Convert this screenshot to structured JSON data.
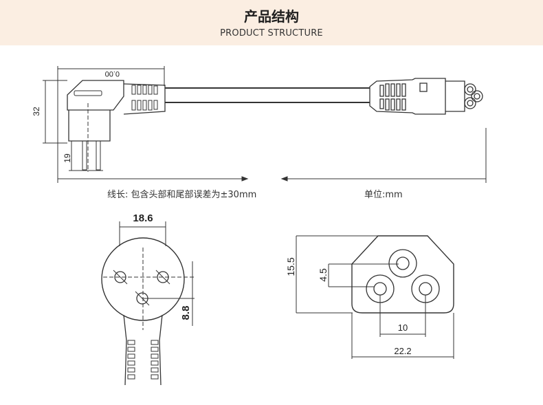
{
  "header": {
    "title": "产品结构",
    "subtitle": "PRODUCT STRUCTURE"
  },
  "captions": {
    "length_note": "线长: 包含头部和尾部误差为±30mm",
    "unit_note": "单位:mm"
  },
  "dimensions": {
    "plug_top_width": "0.00",
    "plug_height": "32",
    "pin_length": "19",
    "pin_spacing": "18.6",
    "ground_offset": "8.8",
    "connector_height": "15.5",
    "upper_hole": "4.5",
    "hole_spacing": "10",
    "connector_width": "22.2"
  },
  "colors": {
    "header_bg": "#fbeee2",
    "line": "#333333"
  }
}
